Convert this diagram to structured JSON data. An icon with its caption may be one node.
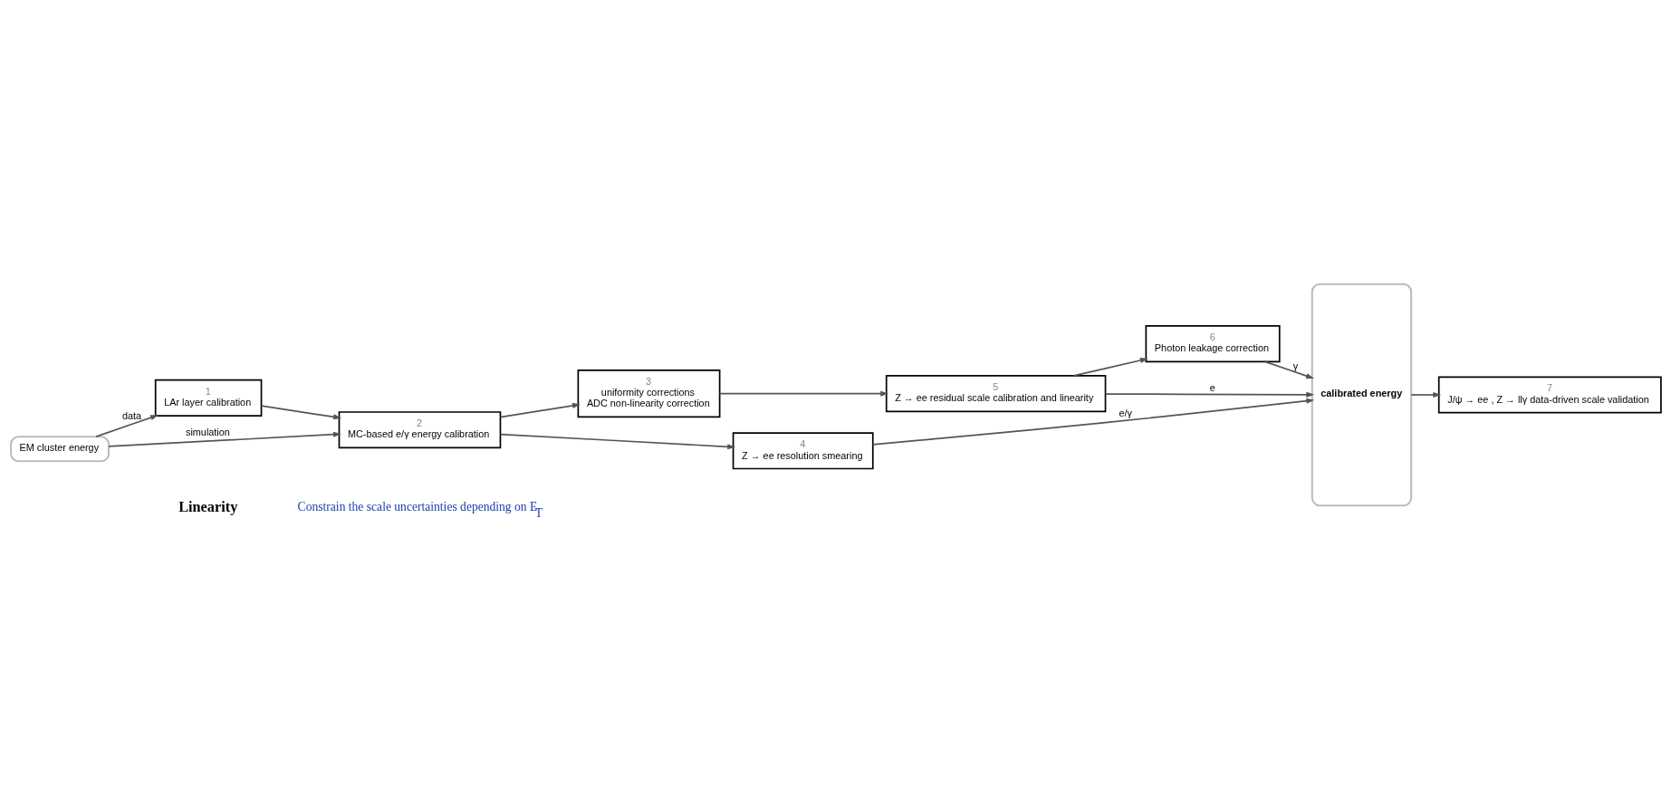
{
  "diagram": {
    "nodes": [
      {
        "text": [
          "EM cluster energy"
        ]
      },
      {
        "text": [
          "1",
          "LAr layer calibration"
        ]
      },
      {
        "text": [
          "2",
          "MC-based e/γ energy calibration"
        ]
      },
      {
        "text": [
          "3",
          "uniformity corrections",
          "ADC non-linearity correction"
        ]
      },
      {
        "text": [
          "4",
          "Z → ee resolution smearing"
        ]
      },
      {
        "text": [
          "5",
          "Z → ee residual scale calibration and linearity"
        ]
      },
      {
        "text": [
          "6",
          "Photon leakage correction"
        ]
      },
      {
        "text": [
          "calibrated energy"
        ]
      },
      {
        "text": [
          "7",
          "J/ψ → ee , Z → llγ data-driven scale validation"
        ]
      }
    ],
    "edges": [
      {
        "from": 0,
        "to": 2,
        "arrow": "to",
        "label": "simulation"
      },
      {
        "from": 0,
        "to": 1,
        "arrow": "to",
        "label": "data"
      },
      {
        "from": 1,
        "to": 2,
        "arrow": "to"
      },
      {
        "from": 2,
        "to": 4,
        "arrow": "to"
      },
      {
        "from": 2,
        "to": 3,
        "arrow": "to"
      },
      {
        "from": 3,
        "to": 5,
        "arrow": "to"
      },
      {
        "from": 4,
        "to": 7,
        "arrow": "to",
        "label": "e/γ"
      },
      {
        "from": 5,
        "to": 7,
        "arrow": "to",
        "label": "e"
      },
      {
        "from": 5,
        "to": 6,
        "arrow": "to"
      },
      {
        "from": 6,
        "to": 7,
        "arrow": "to",
        "label": "γ"
      },
      {
        "from": 7,
        "to": 8,
        "arrow": "to"
      }
    ],
    "labels": [
      "Linearity",
      "Constrain the scale uncertainties depending on E$_{T}$"
    ]
  }
}
